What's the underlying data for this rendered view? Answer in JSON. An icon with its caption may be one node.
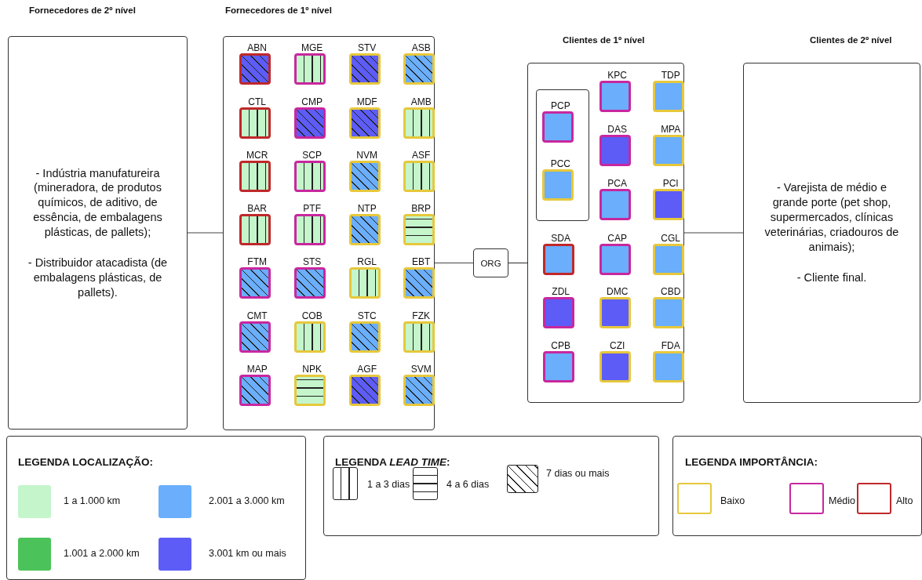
{
  "diagram": {
    "nodes": [
      {
        "text": [
          "Fornecedores de 2º nível",
          "- Indústria manufatureira (mineradora, de produtos químicos, de aditivo, de essência, de embalagens plásticas, de pallets);",
          "- Distribuidor atacadista (de embalagens plásticas, de pallets)."
        ]
      },
      {
        "text": [
          "Fornecedores de 1º nível"
        ]
      },
      {
        "text": [
          "ABN"
        ],
        "in": 1
      },
      {
        "text": [
          "MGE"
        ],
        "in": 1
      },
      {
        "text": [
          "STV"
        ],
        "in": 1
      },
      {
        "text": [
          "ASB"
        ],
        "in": 1
      },
      {
        "text": [
          "CTL"
        ],
        "in": 1
      },
      {
        "text": [
          "CMP"
        ],
        "in": 1
      },
      {
        "text": [
          "MDF"
        ],
        "in": 1
      },
      {
        "text": [
          "AMB"
        ],
        "in": 1
      },
      {
        "text": [
          "MCR"
        ],
        "in": 1
      },
      {
        "text": [
          "SCP"
        ],
        "in": 1
      },
      {
        "text": [
          "NVM"
        ],
        "in": 1
      },
      {
        "text": [
          "ASF"
        ],
        "in": 1
      },
      {
        "text": [
          "BAR"
        ],
        "in": 1
      },
      {
        "text": [
          "PTF"
        ],
        "in": 1
      },
      {
        "text": [
          "NTP"
        ],
        "in": 1
      },
      {
        "text": [
          "BRP"
        ],
        "in": 1
      },
      {
        "text": [
          "FTM"
        ],
        "in": 1
      },
      {
        "text": [
          "STS"
        ],
        "in": 1
      },
      {
        "text": [
          "RGL"
        ],
        "in": 1
      },
      {
        "text": [
          "EBT"
        ],
        "in": 1
      },
      {
        "text": [
          "CMT"
        ],
        "in": 1
      },
      {
        "text": [
          "COB"
        ],
        "in": 1
      },
      {
        "text": [
          "STC"
        ],
        "in": 1
      },
      {
        "text": [
          "FZK"
        ],
        "in": 1
      },
      {
        "text": [
          "MAP"
        ],
        "in": 1
      },
      {
        "text": [
          "NPK"
        ],
        "in": 1
      },
      {
        "text": [
          "AGF"
        ],
        "in": 1
      },
      {
        "text": [
          "SVM"
        ],
        "in": 1
      },
      {
        "text": [
          "ORG"
        ]
      },
      {
        "text": [
          "Clientes de 1º nível"
        ]
      },
      {
        "text": [],
        "shape": "box",
        "in": 31
      },
      {
        "text": [
          "PCP"
        ],
        "in": 32
      },
      {
        "text": [
          "PCC"
        ],
        "in": 32
      },
      {
        "text": [
          "KPC"
        ],
        "in": 31
      },
      {
        "text": [
          "TDP"
        ],
        "in": 31
      },
      {
        "text": [
          "DAS"
        ],
        "in": 31
      },
      {
        "text": [
          "MPA"
        ],
        "in": 31
      },
      {
        "text": [
          "PCA"
        ],
        "in": 31
      },
      {
        "text": [
          "PCI"
        ],
        "in": 31
      },
      {
        "text": [
          "SDA"
        ],
        "in": 31
      },
      {
        "text": [
          "CAP"
        ],
        "in": 31
      },
      {
        "text": [
          "CGL"
        ],
        "in": 31
      },
      {
        "text": [
          "ZDL"
        ],
        "in": 31
      },
      {
        "text": [
          "DMC"
        ],
        "in": 31
      },
      {
        "text": [
          "CBD"
        ],
        "in": 31
      },
      {
        "text": [
          "CPB"
        ],
        "in": 31
      },
      {
        "text": [
          "CZI"
        ],
        "in": 31
      },
      {
        "text": [
          "FDA"
        ],
        "in": 31
      },
      {
        "text": [
          "Clientes de 2º nível",
          "- Varejista de médio e grande porte (pet shop, supermercados, clínicas veterinárias, criadouros de animais);",
          "- Cliente final."
        ]
      }
    ],
    "edges": [
      {
        "from": 0,
        "to": 1,
        "arrow": "none"
      },
      {
        "from": 1,
        "to": 30,
        "arrow": "none"
      },
      {
        "from": 30,
        "to": 31,
        "arrow": "none"
      },
      {
        "from": 31,
        "to": 50,
        "arrow": "none"
      }
    ],
    "labels": [
      "LEGENDA LOCALIZAÇÃO:",
      "LEGENDA *LEAD TIME*:",
      "LEGENDA IMPORTÂNCIA:"
    ],
    "legend": [
      {
        "text": "1 a 1.000 km",
        "color": "#c4f5cb"
      },
      {
        "text": "2.001 a 3.000 km",
        "color": "#6aaefc"
      },
      {
        "text": "1.001 a 2.000 km",
        "color": "#4cc35a"
      },
      {
        "text": "3.001 km ou mais",
        "color": "#5d5cf6"
      },
      {
        "text": "1 a 3 dias"
      },
      {
        "text": "4 a 6 dias"
      },
      {
        "text": "7 dias ou mais"
      },
      {
        "text": "Baixo",
        "color": "#e6c83c"
      },
      {
        "text": "Médio",
        "color": "#c8279f"
      },
      {
        "text": "Alto",
        "color": "#c0282a"
      }
    ]
  }
}
